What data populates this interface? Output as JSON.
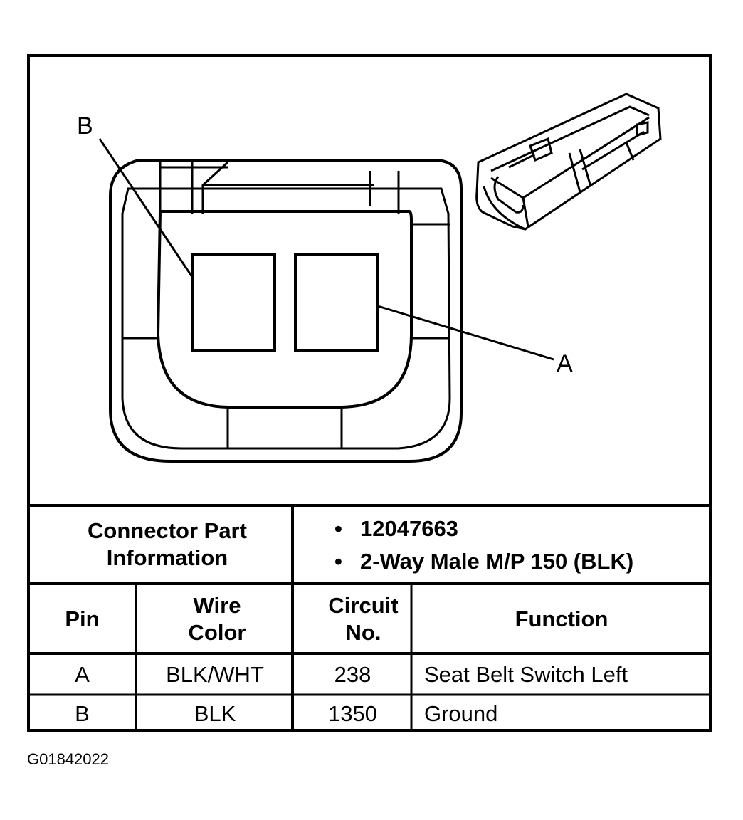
{
  "callouts": {
    "b": "B",
    "a": "A"
  },
  "part_info": {
    "label": "Connector Part Information",
    "items": [
      "12047663",
      "2-Way Male M/P 150 (BLK)"
    ],
    "bullet": "•"
  },
  "table": {
    "headers": {
      "pin": "Pin",
      "wire_color": "Wire Color",
      "circuit": "Circuit No.",
      "function": "Function"
    },
    "rows": [
      {
        "pin": "A",
        "wire_color": "BLK/WHT",
        "circuit": "238",
        "function": "Seat Belt Switch Left"
      },
      {
        "pin": "B",
        "wire_color": "BLK",
        "circuit": "1350",
        "function": "Ground"
      }
    ]
  },
  "figure_id": "G01842022"
}
